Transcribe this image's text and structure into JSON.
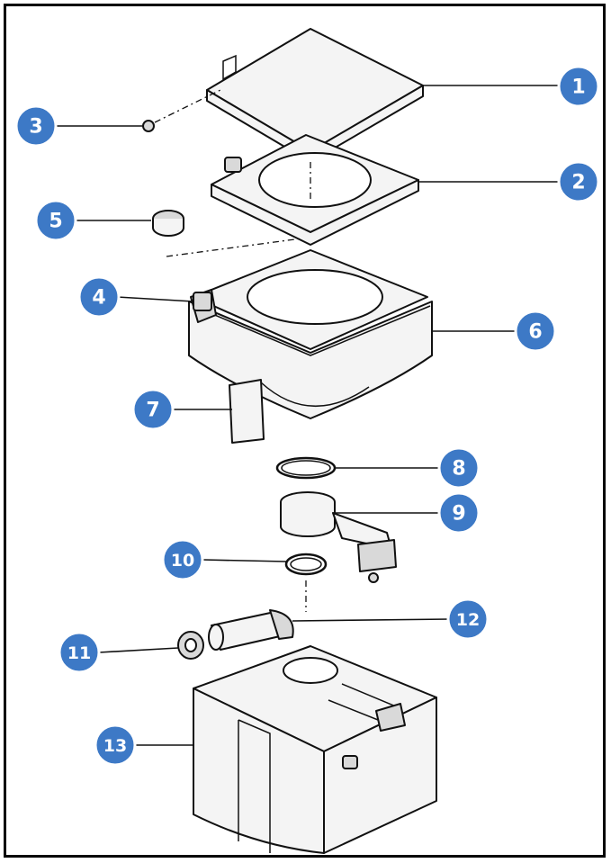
{
  "callouts": [
    {
      "id": "1",
      "label": "1"
    },
    {
      "id": "2",
      "label": "2"
    },
    {
      "id": "3",
      "label": "3"
    },
    {
      "id": "4",
      "label": "4"
    },
    {
      "id": "5",
      "label": "5"
    },
    {
      "id": "6",
      "label": "6"
    },
    {
      "id": "7",
      "label": "7"
    },
    {
      "id": "8",
      "label": "8"
    },
    {
      "id": "9",
      "label": "9"
    },
    {
      "id": "10",
      "label": "10"
    },
    {
      "id": "11",
      "label": "11"
    },
    {
      "id": "12",
      "label": "12"
    },
    {
      "id": "13",
      "label": "13"
    }
  ],
  "colors": {
    "badge": "#3d79c6",
    "badge_text": "#ffffff",
    "line": "#111111",
    "frame": "#000000"
  }
}
